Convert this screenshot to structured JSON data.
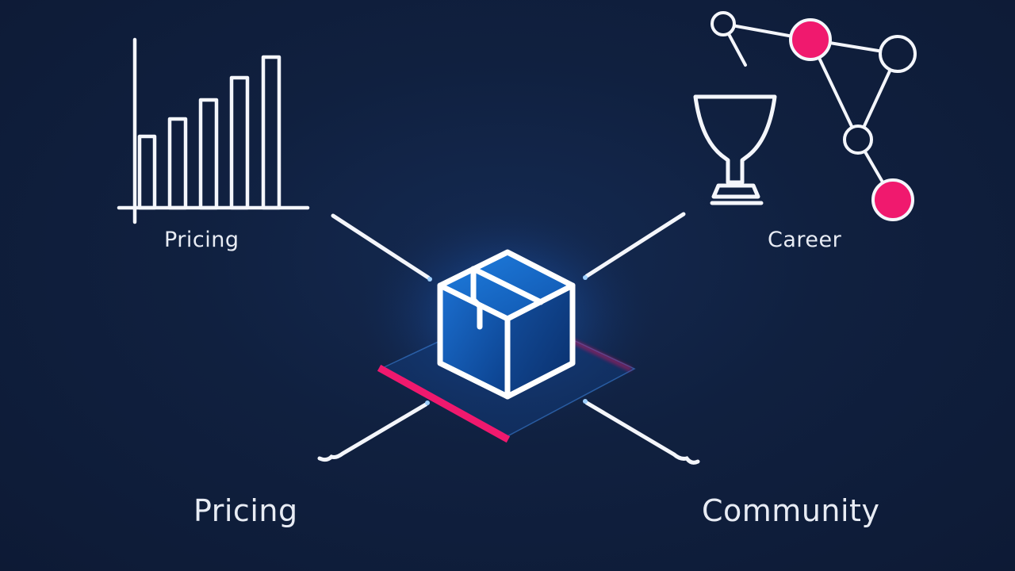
{
  "labels": {
    "top_left": "Pricing",
    "top_right": "Career",
    "bottom_left": "Pricing",
    "bottom_right": "Community"
  },
  "icons": {
    "top_left": "bar-chart-icon",
    "top_right_1": "trophy-cup-icon",
    "top_right_2": "network-graph-icon",
    "center": "package-box-icon"
  },
  "colors": {
    "background": "#0f1d3a",
    "line": "#ffffff",
    "accent_pink": "#f0196e",
    "accent_blue": "#1e7fd6",
    "text": "#e8ecf4"
  }
}
